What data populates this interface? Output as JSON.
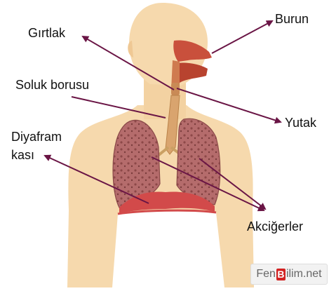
{
  "labels": {
    "burun": "Burun",
    "girtlak": "Gırtlak",
    "soluk_borusu": "Soluk borusu",
    "yutak": "Yutak",
    "diyafram_line1": "Diyafram",
    "diyafram_line2": "kası",
    "akcigerler": "Akciğerler"
  },
  "watermark": {
    "part1": "Fen",
    "part2": "B",
    "part3": "ilim.net"
  },
  "colors": {
    "skin": "#f6d9ad",
    "skin_shade": "#efc894",
    "lung": "#b06a6a",
    "lung_dark": "#8a4848",
    "diaphragm": "#d24a4a",
    "trachea": "#d9a46e",
    "nasal": "#c9503c",
    "arrow": "#6a1545"
  }
}
